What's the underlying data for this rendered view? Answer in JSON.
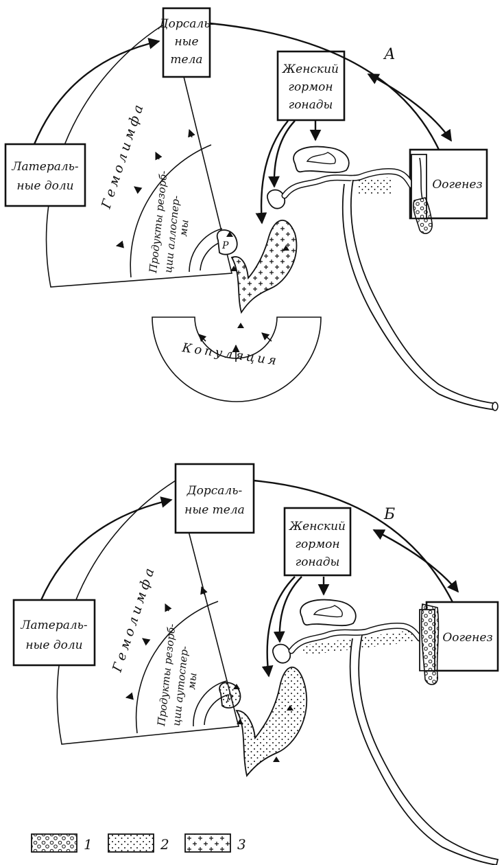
{
  "panels": [
    {
      "panel_letter": "А",
      "dorsal_bodies": [
        "Дорсаль-",
        "ные",
        "тела"
      ],
      "lateral_lobes": [
        "Латераль-",
        "ные доли"
      ],
      "female_hormone": [
        "Женский",
        "гормон",
        "гонады"
      ],
      "oogenesis": "Оогенез",
      "hemolymph": "Гемолимфа",
      "resorption": [
        "Продукты резорб-",
        "ции аллоспер-",
        "мы"
      ],
      "copulation": "Копуляция",
      "p_label": "Р"
    },
    {
      "panel_letter": "Б",
      "dorsal_bodies": [
        "Дорсаль-",
        "ные тела"
      ],
      "lateral_lobes": [
        "Латераль-",
        "ные доли"
      ],
      "female_hormone": [
        "Женский",
        "гормон",
        "гонады"
      ],
      "oogenesis": "Оогенез",
      "hemolymph": "Гемолимфа",
      "resorption": [
        "Продукты резорб-",
        "ции аутоспер-",
        "мы"
      ],
      "p_label": "Р"
    }
  ],
  "legend": [
    {
      "number": "1",
      "pattern": "circles"
    },
    {
      "number": "2",
      "pattern": "dots"
    },
    {
      "number": "3",
      "pattern": "crosses"
    }
  ]
}
